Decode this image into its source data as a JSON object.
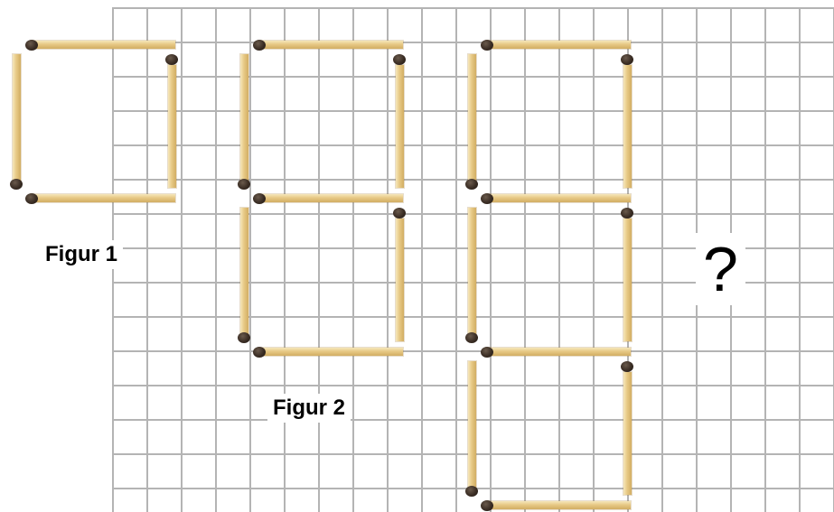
{
  "labels": {
    "figure1": "Figur 1",
    "figure2": "Figur 2",
    "question": "?"
  },
  "colors": {
    "stick_light": "#f6e7bb",
    "stick_mid": "#e7c985",
    "stick_dark": "#d2ad62",
    "match_head": "#3a2d24",
    "grid_line": "#b4b4b4"
  },
  "figures": [
    {
      "name": "figur-1",
      "squares_stacked": 1,
      "matches": 4
    },
    {
      "name": "figur-2",
      "squares_stacked": 2,
      "matches": 7
    },
    {
      "name": "figur-3",
      "squares_stacked": 3,
      "matches": 10
    }
  ]
}
